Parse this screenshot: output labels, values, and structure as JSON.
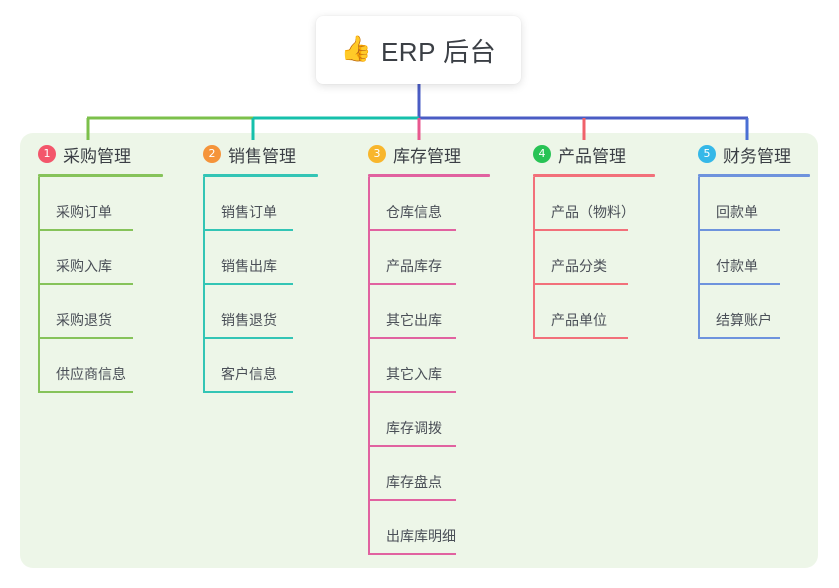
{
  "root": {
    "icon": "thumbs-up-icon",
    "emoji": "👍",
    "title": "ERP 后台"
  },
  "palette": {
    "panel_bg": "#edf6e8",
    "page_bg": "#ffffff",
    "text": "#3b3f45",
    "item_text": "#4a4f57",
    "connector_green": "#7cc04b",
    "connector_teal": "#15c0ab",
    "connector_indigo": "#4a5cc4",
    "connector_pink": "#e8588f",
    "connector_red": "#f0616a",
    "connector_blue": "#4a6fd4",
    "root_stem": "#4a5cc4"
  },
  "columns": [
    {
      "index": "1",
      "badge_color": "#f3566b",
      "line_color": "#86c35a",
      "title": "采购管理",
      "items": [
        {
          "label": "采购订单"
        },
        {
          "label": "采购入库"
        },
        {
          "label": "采购退货"
        },
        {
          "label": "供应商信息"
        }
      ]
    },
    {
      "index": "2",
      "badge_color": "#f5943a",
      "line_color": "#33c5b5",
      "title": "销售管理",
      "items": [
        {
          "label": "销售订单"
        },
        {
          "label": "销售出库"
        },
        {
          "label": "销售退货"
        },
        {
          "label": "客户信息"
        }
      ]
    },
    {
      "index": "3",
      "badge_color": "#f8b62c",
      "line_color": "#e162a0",
      "title": "库存管理",
      "items": [
        {
          "label": "仓库信息"
        },
        {
          "label": "产品库存"
        },
        {
          "label": "其它出库"
        },
        {
          "label": "其它入库"
        },
        {
          "label": "库存调拨"
        },
        {
          "label": "库存盘点"
        },
        {
          "label": "出库库明细"
        }
      ]
    },
    {
      "index": "4",
      "badge_color": "#28c355",
      "line_color": "#f2707a",
      "title": "产品管理",
      "items": [
        {
          "label": "产品（物料）"
        },
        {
          "label": "产品分类"
        },
        {
          "label": "产品单位"
        }
      ]
    },
    {
      "index": "5",
      "badge_color": "#35b8e8",
      "line_color": "#6e93dd",
      "title": "财务管理",
      "items": [
        {
          "label": "回款单"
        },
        {
          "label": "付款单"
        },
        {
          "label": "结算账户"
        }
      ]
    }
  ]
}
